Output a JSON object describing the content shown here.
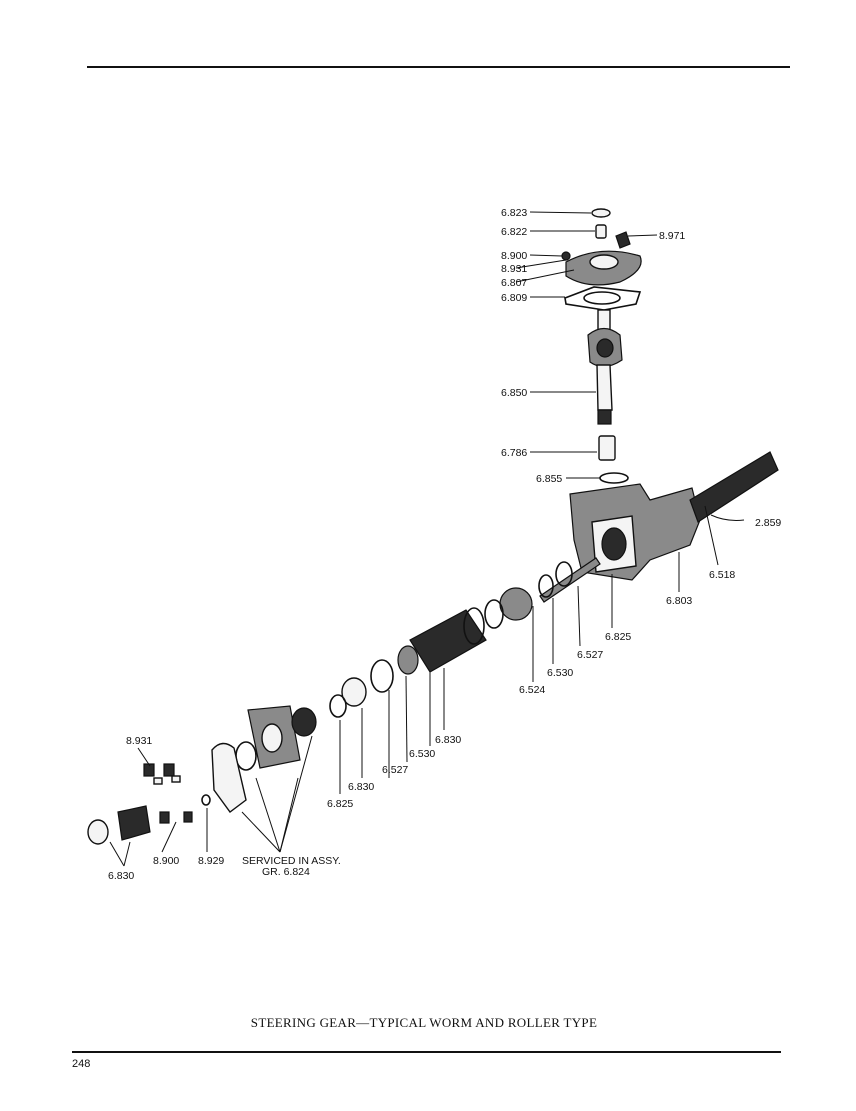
{
  "page": {
    "title": "STEERING GEAR—TYPICAL WORM AND ROLLER TYPE",
    "page_number": "248"
  },
  "callouts": {
    "p6823": "6.823",
    "p6822": "6.822",
    "p8971": "8.971",
    "p8900_top": "8.900",
    "p8931_top": "8.931",
    "p6807": "6.807",
    "p6809": "6.809",
    "p6850": "6.850",
    "p6786": "6.786",
    "p6855": "6.855",
    "p2859": "2.859",
    "p6518": "6.518",
    "p6803": "6.803",
    "p6825_right": "6.825",
    "p6527_right": "6.527",
    "p6530_right": "6.530",
    "p6524": "6.524",
    "p6830_mid": "6.830",
    "p6530_mid": "6.530",
    "p6527_mid": "6.527",
    "p6830_low": "6.830",
    "p6825_low": "6.825",
    "p8931_left": "8.931",
    "p8900_left": "8.900",
    "p8929": "8.929",
    "p6830_left": "6.830",
    "serviced_line1": "SERVICED IN ASSY.",
    "serviced_line2": "GR. 6.824"
  }
}
